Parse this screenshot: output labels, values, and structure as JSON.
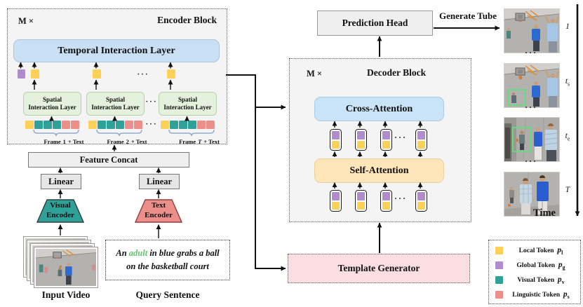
{
  "colors": {
    "local": "#FBD158",
    "global": "#B18BCE",
    "visual": "#2FA198",
    "linguistic": "#EC8F8A",
    "temporal_layer": "#C9DFF3",
    "spatial_layer": "#E4F1DC",
    "cross_attention": "#C9E4F6",
    "self_attention": "#FEE5BA",
    "template_generator": "#FBDEE2",
    "bbox_green": "#5EDE7E",
    "query_highlight": "#62C46D"
  },
  "encoder": {
    "repeat": "M ×",
    "title": "Encoder Block",
    "temporal_layer": "Temporal Interaction Layer",
    "spatial_layer": {
      "line1": "Spatial",
      "line2": "Interaction Layer"
    },
    "frame_prefix": "Frame",
    "frame_suffix": "+ Text",
    "frames": [
      {
        "id": "1"
      },
      {
        "id": "2"
      },
      {
        "id": "T"
      }
    ],
    "ellipsis": "···"
  },
  "io": {
    "feature_concat": "Feature Concat",
    "linear_left": "Linear",
    "linear_right": "Linear",
    "visual_encoder": {
      "line1": "Visual",
      "line2": "Encoder"
    },
    "text_encoder": {
      "line1": "Text",
      "line2": "Encoder"
    },
    "input_video_label": "Input Video",
    "query_label": "Query Sentence",
    "query": {
      "part1": "An ",
      "highlight": "adult",
      "part2": " in blue grabs a ball on the basketball court"
    }
  },
  "decoder": {
    "repeat": "M ×",
    "title": "Decoder Block",
    "cross_attention": "Cross-Attention",
    "self_attention": "Self-Attention",
    "ellipsis": "···"
  },
  "prediction": {
    "head": "Prediction Head",
    "generate_tube": "Generate Tube"
  },
  "template_generator": {
    "label": "Template Generator"
  },
  "timeline": {
    "labels": [
      {
        "base": "1",
        "sub": ""
      },
      {
        "base": "t",
        "sub": "s"
      },
      {
        "base": "t",
        "sub": "e"
      },
      {
        "base": "T",
        "sub": ""
      }
    ],
    "time_label": "Time",
    "ellipsis": "···"
  },
  "legend": {
    "items": [
      {
        "label": "Local Token",
        "symbol": "p",
        "subscript": "l",
        "token": "local"
      },
      {
        "label": "Global Token",
        "symbol": "p",
        "subscript": "g",
        "token": "global"
      },
      {
        "label": "Visual Token",
        "symbol": "p",
        "subscript": "v",
        "token": "visual"
      },
      {
        "label": "Linguistic Token",
        "symbol": "p",
        "subscript": "s",
        "token": "linguistic"
      }
    ]
  }
}
